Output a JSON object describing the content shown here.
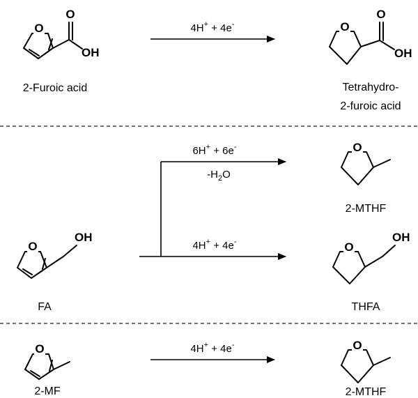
{
  "atoms": {
    "oxygen": "O",
    "hydroxyl": "OH"
  },
  "reaction1": {
    "reactant_name": "2-Furoic acid",
    "product_name_line1": "Tetrahydro-",
    "product_name_line2": "2-furoic acid",
    "reagent": {
      "coef": "4H",
      "charge": "+",
      "mid": " + 4e",
      "electron": "-"
    }
  },
  "reaction2": {
    "reactant_name": "FA",
    "upper_product_name": "2-MTHF",
    "lower_product_name": "THFA",
    "upper_reagent": {
      "coef": "6H",
      "charge": "+",
      "mid": " + 6e",
      "electron": "-"
    },
    "water": {
      "prefix": "-H",
      "sub": "2",
      "suffix": "O"
    },
    "lower_reagent": {
      "coef": "4H",
      "charge": "+",
      "mid": " + 4e",
      "electron": "-"
    }
  },
  "reaction3": {
    "reactant_name": "2-MF",
    "product_name": "2-MTHF",
    "reagent": {
      "coef": "4H",
      "charge": "+",
      "mid": " + 4e",
      "electron": "-"
    }
  }
}
